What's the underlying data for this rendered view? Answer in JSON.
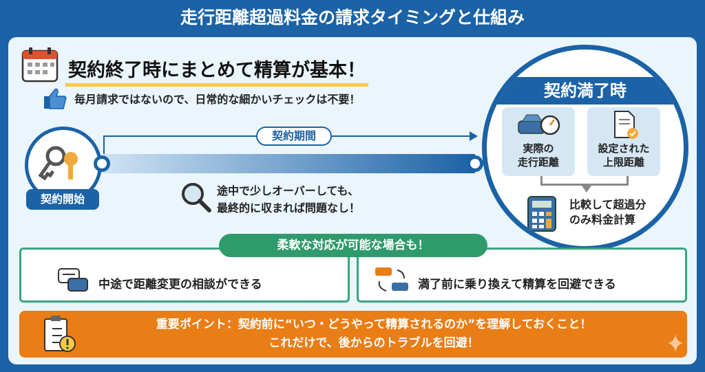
{
  "title": "走行距離超過料金の請求タイミングと仕組み",
  "headline": "契約終了時にまとめて精算が基本！",
  "subline": "毎月請求ではないので、日常的な細かいチェックは不要！",
  "timeline": {
    "start_label": "契約開始",
    "period_label": "契約期間",
    "mid_note_1": "途中で少しオーバーしても、",
    "mid_note_2": "最終的に収まれば問題なし！"
  },
  "end": {
    "title": "契約満了時",
    "box1_l1": "実際の",
    "box1_l2": "走行距離",
    "box2_l1": "設定された",
    "box2_l2": "上限距離",
    "calc_l1": "比較して超過分",
    "calc_l2": "のみ料金計算"
  },
  "flex": {
    "title": "柔軟な対応が可能な場合も！",
    "item1": "中途で距離変更の相談ができる",
    "item2": "満了前に乗り換えて精算を回避できる"
  },
  "important": {
    "line1": "重要ポイント：契約前に“いつ・どうやって精算されるのか”を理解しておくこと！",
    "line2": "これだけで、後からのトラブルを回避！"
  },
  "colors": {
    "blue": "#1b62a6",
    "green": "#2f9b6c",
    "orange": "#e97d16",
    "yellow": "#f7c948"
  }
}
